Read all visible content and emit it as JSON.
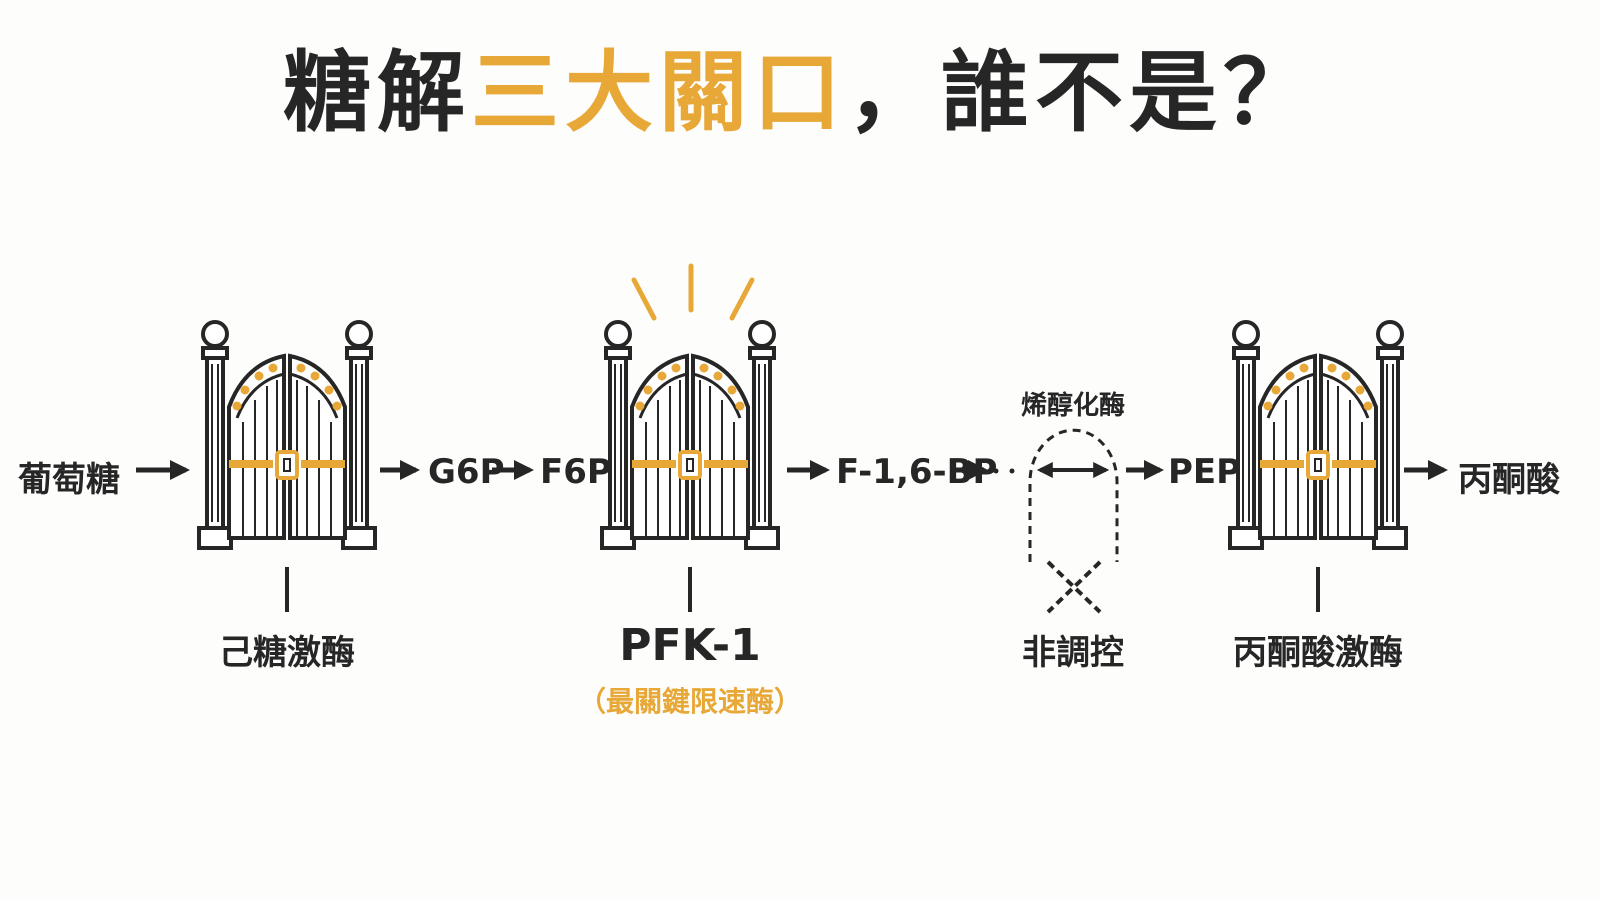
{
  "title": {
    "prefix": "糖解",
    "highlight": "三大關口",
    "suffix": "，誰不是？"
  },
  "flow": {
    "glucose": "葡萄糖",
    "g6p": "G6P",
    "f6p": "F6P",
    "f16bp": "F-1,6-BP",
    "pep": "PEP",
    "pyruvate": "丙酮酸"
  },
  "gates": [
    {
      "enzyme": "己糖激酶",
      "regulated": true
    },
    {
      "enzyme": "PFK-1",
      "note": "（最關鍵限速酶）",
      "regulated": true,
      "highlighted": true
    },
    {
      "enzyme": "丙酮酸激酶",
      "regulated": true
    }
  ],
  "non_regulated": {
    "enzyme": "烯醇化酶",
    "label": "非調控"
  },
  "colors": {
    "accent": "#e8a838",
    "ink": "#262626"
  }
}
